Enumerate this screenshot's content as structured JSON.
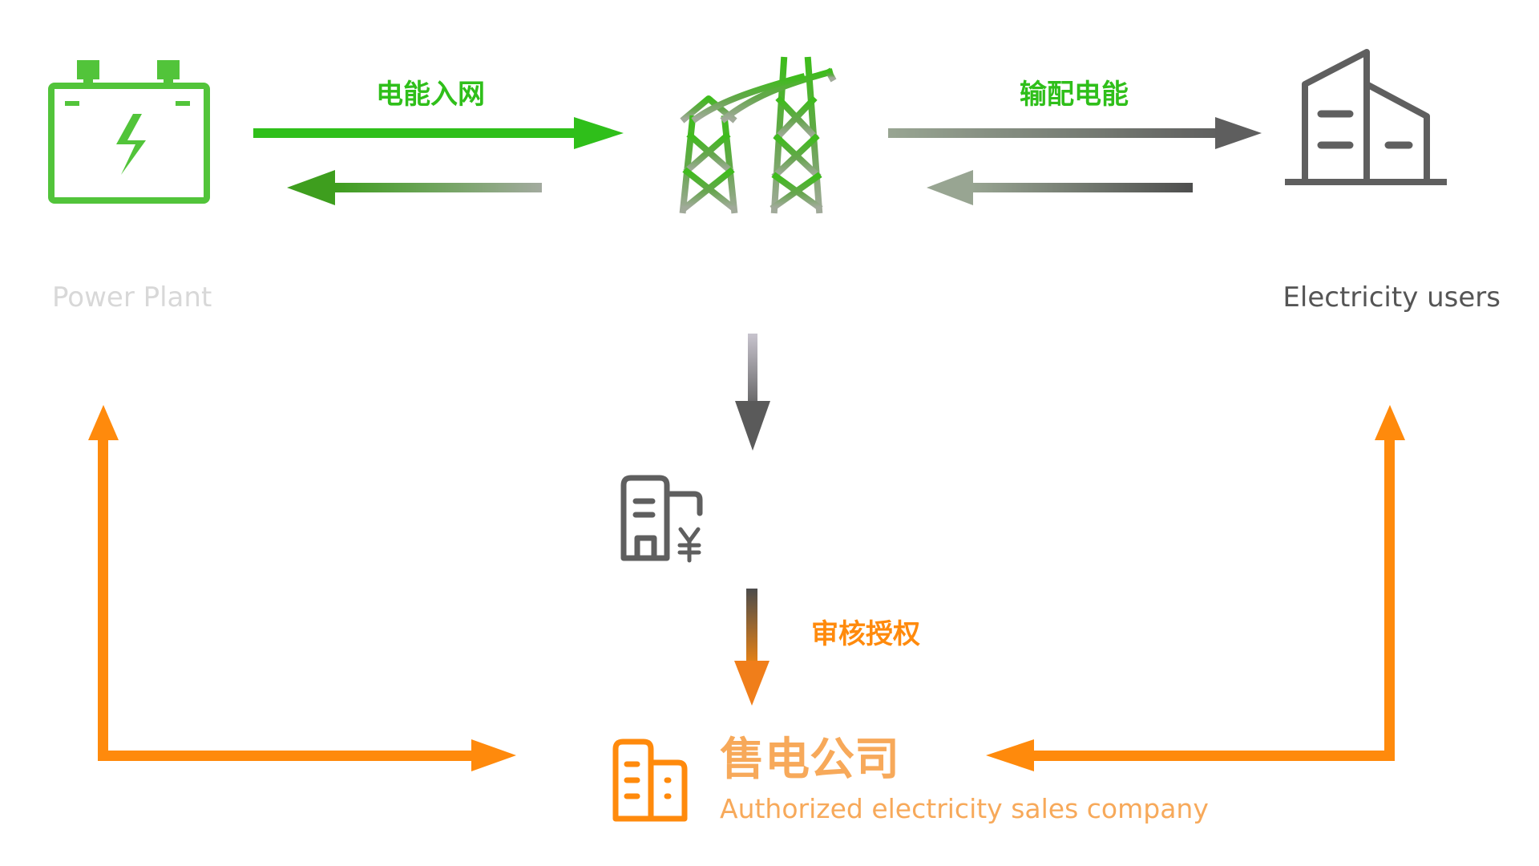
{
  "colors": {
    "green": "#2fbf1a",
    "green_icon": "#52c43a",
    "gray": "#5f5f5f",
    "orange": "#ff8a0c",
    "power_plant_label": "#d8d8d8",
    "users_label": "#555555",
    "sales_label": "#f7a95a"
  },
  "nodes": {
    "power_plant": {
      "icon": "battery-icon",
      "label": "Power Plant"
    },
    "grid": {
      "icon": "transmission-tower-icon"
    },
    "users": {
      "icon": "building-icon",
      "label": "Electricity users"
    },
    "regulator": {
      "icon": "building-yuan-icon"
    },
    "sales_company": {
      "icon": "office-building-icon",
      "title": "售电公司",
      "subtitle": "Authorized electricity sales company"
    }
  },
  "edges": {
    "plant_to_grid": {
      "label": "电能入网"
    },
    "grid_to_users": {
      "label": "输配电能"
    },
    "regulator_to_company": {
      "label": "审核授权"
    }
  }
}
